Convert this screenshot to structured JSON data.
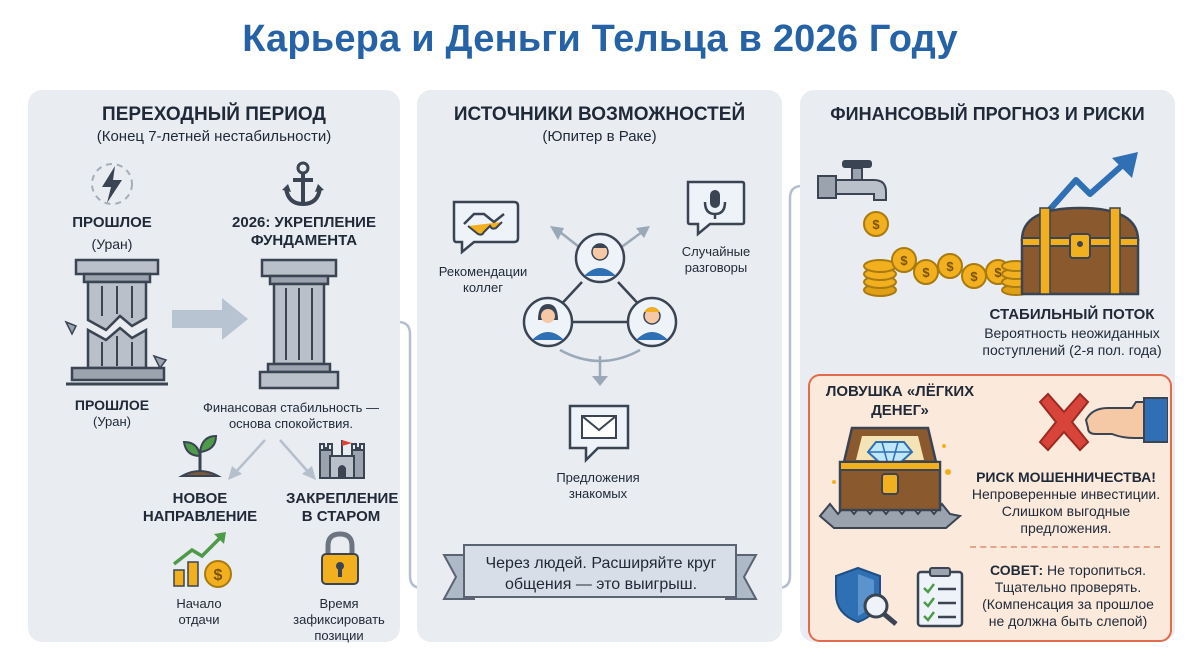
{
  "title": "Карьера и Деньги Тельца в 2026 Году",
  "panel1": {
    "heading": "ПЕРЕХОДНЫЙ ПЕРИОД",
    "subheading": "(Конец 7-летней нестабильности)",
    "past_top_title": "ПРОШЛОЕ",
    "past_top_sub": "(Уран)",
    "future_title": "2026: УКРЕПЛЕНИЕ ФУНДАМЕНТА",
    "past_bottom_title": "ПРОШЛОЕ",
    "past_bottom_sub": "(Уран)",
    "stability_note": "Финансовая стабильность — основа спокойствия.",
    "new_direction": "НОВОЕ НАПРАВЛЕНИЕ",
    "new_direction_note": "Начало отдачи",
    "secure_old": "ЗАКРЕПЛЕНИЕ В СТАРОМ",
    "secure_old_note": "Время зафиксировать позиции"
  },
  "panel2": {
    "heading": "ИСТОЧНИКИ ВОЗМОЖНОСТЕЙ",
    "subheading": "(Юпитер в Раке)",
    "referrals": "Рекомендации коллег",
    "conversations": "Случайные разговоры",
    "offers": "Предложения знакомых",
    "banner": "Через людей. Расширяйте круг общения — это выигрыш."
  },
  "panel3": {
    "heading": "ФИНАНСОВЫЙ ПРОГНОЗ И РИСКИ",
    "stream_title": "СТАБИЛЬНЫЙ ПОТОК",
    "stream_note": "Вероятность неожиданных поступлений (2-я пол. года)",
    "trap_title": "ЛОВУШКА «ЛЁГКИХ ДЕНЕГ»",
    "fraud_title": "РИСК МОШЕННИЧЕСТВА!",
    "fraud_note": "Непроверенные инвестиции. Слишком выгодные предложения.",
    "advice_label": "СОВЕТ:",
    "advice_text": " Не торопиться. Тщательно проверять. (Компенсация за прошлое не должна быть слепой)"
  },
  "colors": {
    "title": "#2563a6",
    "panel": "#e9ecf1",
    "risk_border": "#e06b4d",
    "risk_fill": "#fbe9dc",
    "accent_blue": "#2f6fb3",
    "gold": "#f2b01e"
  },
  "icons": [
    "lightning-icon",
    "anchor-icon",
    "broken-column-icon",
    "column-icon",
    "arrow-right-icon",
    "sprout-icon",
    "castle-icon",
    "growth-chart-icon",
    "padlock-icon",
    "handshake-icon",
    "microphone-icon",
    "envelope-icon",
    "people-network-icon",
    "faucet-icon",
    "coins-icon",
    "treasure-chest-icon",
    "trend-arrow-icon",
    "trap-chest-icon",
    "red-cross-icon",
    "hand-icon",
    "shield-icon",
    "checklist-icon"
  ]
}
